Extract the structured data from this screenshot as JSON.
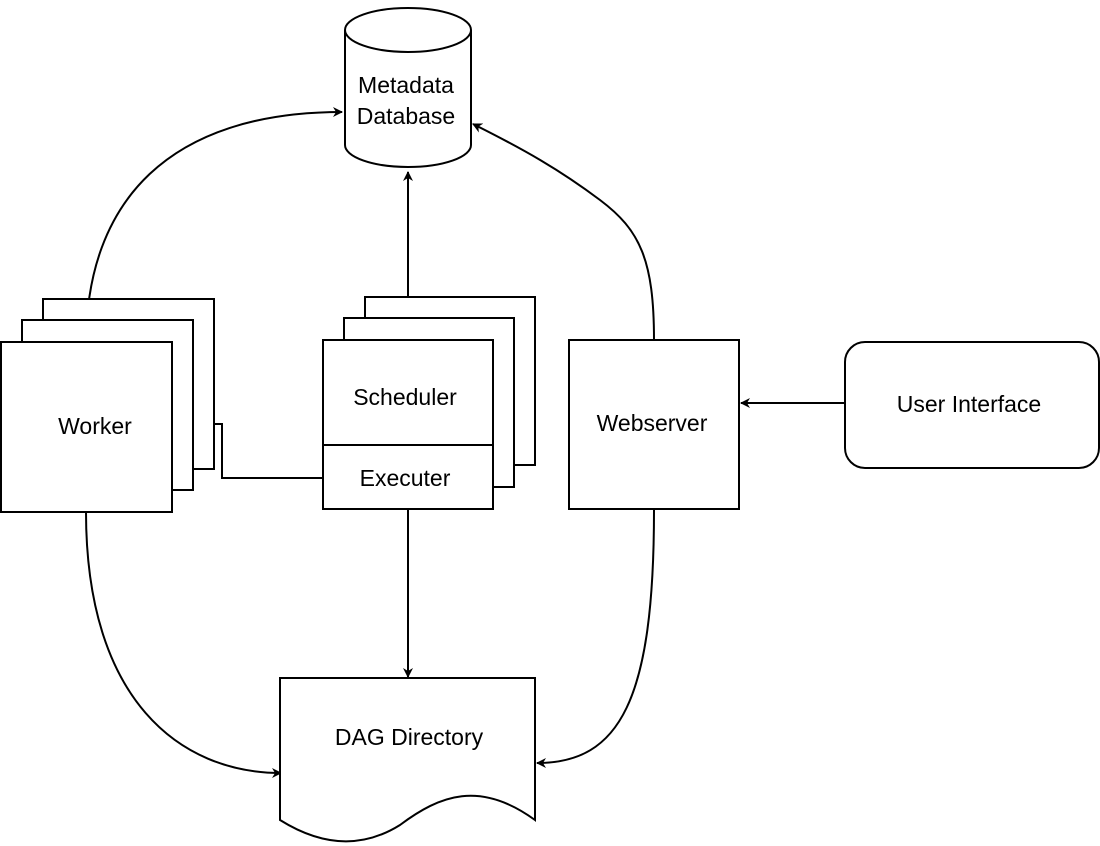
{
  "nodes": {
    "metadata_db": {
      "line1": "Metadata",
      "line2": "Database"
    },
    "worker": {
      "label": "Worker"
    },
    "scheduler": {
      "label": "Scheduler"
    },
    "executer": {
      "label": "Executer"
    },
    "webserver": {
      "label": "Webserver"
    },
    "user_interface": {
      "label": "User Interface"
    },
    "dag_directory": {
      "label": "DAG Directory"
    }
  },
  "edges": [
    {
      "from": "worker",
      "to": "metadata_db"
    },
    {
      "from": "scheduler",
      "to": "metadata_db"
    },
    {
      "from": "webserver",
      "to": "metadata_db"
    },
    {
      "from": "user_interface",
      "to": "webserver"
    },
    {
      "from": "executer",
      "to": "worker"
    },
    {
      "from": "scheduler",
      "to": "dag_directory"
    },
    {
      "from": "worker",
      "to": "dag_directory"
    },
    {
      "from": "webserver",
      "to": "dag_directory"
    }
  ]
}
